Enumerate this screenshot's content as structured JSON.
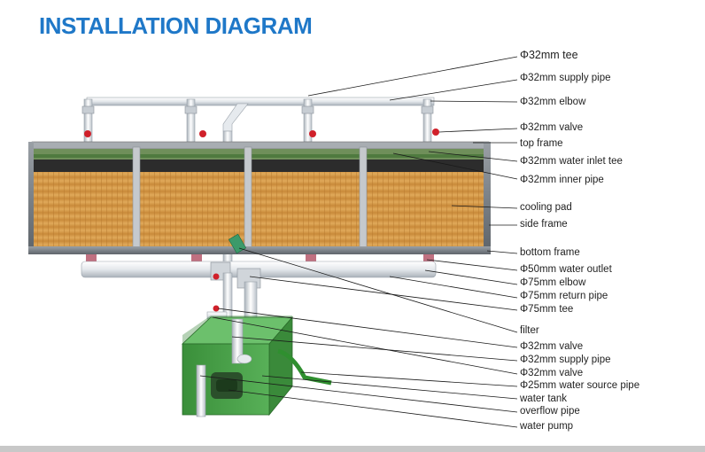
{
  "title": "INSTALLATION DIAGRAM",
  "colors": {
    "title": "#1f78c8",
    "pipe": "#e4e8ec",
    "pad": "#d49a4a",
    "frame": "#6b6b6b",
    "valve": "#d0202a",
    "tank": "#3e9a3e"
  },
  "labels": [
    {
      "id": "tee-32",
      "text": "Φ32mm tee"
    },
    {
      "id": "supply-pipe-32",
      "text": "Φ32mm supply  pipe"
    },
    {
      "id": "elbow-32",
      "text": "Φ32mm elbow"
    },
    {
      "id": "valve-32",
      "text": "Φ32mm valve"
    },
    {
      "id": "top-frame",
      "text": "top frame"
    },
    {
      "id": "water-inlet-tee",
      "text": "Φ32mm  water inlet tee"
    },
    {
      "id": "inner-pipe",
      "text": "Φ32mm inner pipe"
    },
    {
      "id": "cooling-pad",
      "text": "cooling pad"
    },
    {
      "id": "side-frame",
      "text": "side frame"
    },
    {
      "id": "bottom-frame",
      "text": "bottom frame"
    },
    {
      "id": "water-outlet-50",
      "text": "Φ50mm  water outlet"
    },
    {
      "id": "elbow-75",
      "text": "Φ75mm  elbow"
    },
    {
      "id": "return-pipe-75",
      "text": "Φ75mm return pipe"
    },
    {
      "id": "tee-75",
      "text": "Φ75mm tee"
    },
    {
      "id": "filter",
      "text": "filter"
    },
    {
      "id": "valve-32-b",
      "text": "Φ32mm valve"
    },
    {
      "id": "supply-pipe-32-b",
      "text": "Φ32mm supply  pipe"
    },
    {
      "id": "valve-32-c",
      "text": "Φ32mm valve"
    },
    {
      "id": "water-source-pipe-25",
      "text": "Φ25mm water source pipe"
    },
    {
      "id": "water-tank",
      "text": "water tank"
    },
    {
      "id": "overflow-pipe",
      "text": "overflow pipe"
    },
    {
      "id": "water-pump",
      "text": "water pump"
    }
  ]
}
